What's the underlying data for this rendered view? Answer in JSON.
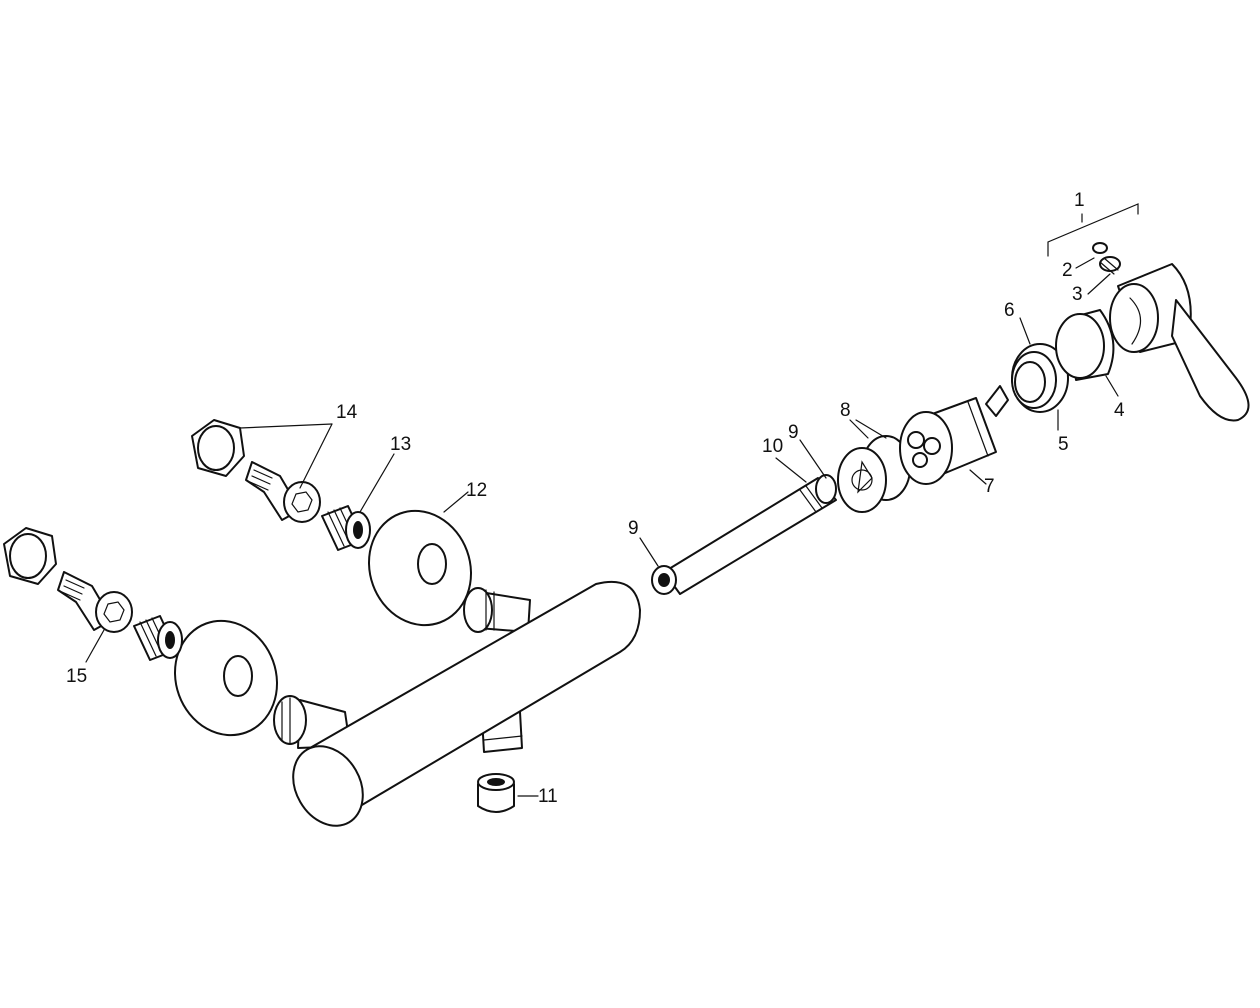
{
  "callouts": {
    "c1": "1",
    "c2": "2",
    "c3": "3",
    "c4": "4",
    "c5": "5",
    "c6": "6",
    "c7": "7",
    "c8": "8",
    "c9a": "9",
    "c9b": "9",
    "c10": "10",
    "c11": "11",
    "c12": "12",
    "c13": "13",
    "c14": "14",
    "c15": "15"
  }
}
